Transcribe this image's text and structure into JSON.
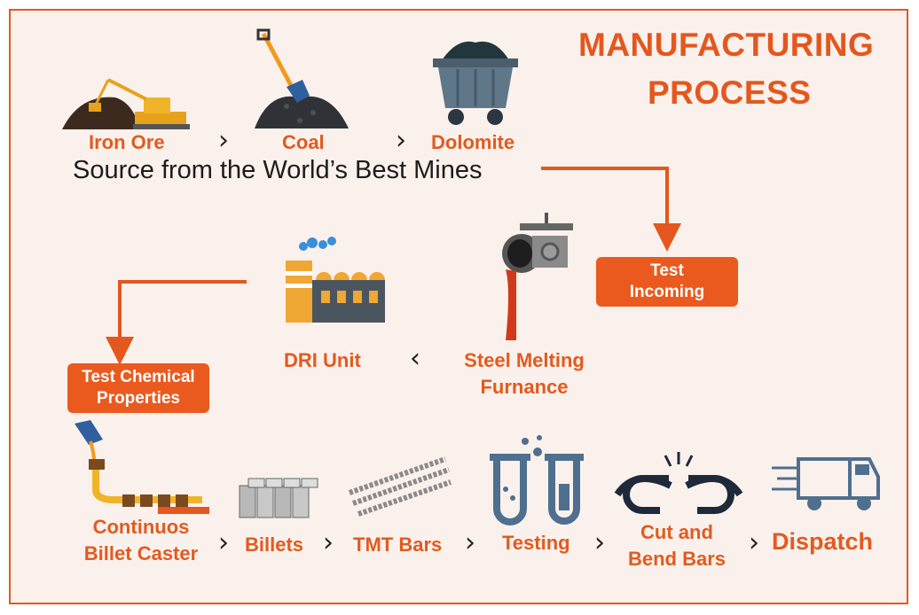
{
  "title": {
    "line1": "MANUFACTURING",
    "line2": "PROCESS"
  },
  "raw_materials": [
    "Iron Ore",
    "Coal",
    "Dolomite"
  ],
  "tagline": "Source from the World’s Best Mines",
  "test_incoming": {
    "line1": "Test",
    "line2": "Incoming"
  },
  "steel_melting": {
    "line1": "Steel Melting",
    "line2": "Furnance"
  },
  "dri_unit": "DRI Unit",
  "test_chemical": {
    "line1": "Test Chemical",
    "line2": "Properties"
  },
  "bottom_steps": {
    "caster": {
      "line1": "Continuos",
      "line2": "Billet Caster"
    },
    "billets": "Billets",
    "tmt": "TMT Bars",
    "testing": "Testing",
    "cut_bend": {
      "line1": "Cut and",
      "line2": "Bend Bars"
    },
    "dispatch": "Dispatch"
  },
  "chevron": "›",
  "chevron_left": "‹",
  "colors": {
    "accent": "#e4571e",
    "frame": "#e15a1e",
    "background": "#fbf1ec",
    "icon_blue": "#4f6f8f"
  },
  "icons": [
    "excavator-icon",
    "shovel-coal-icon",
    "mine-cart-icon",
    "ladle-icon",
    "factory-icon",
    "caster-icon",
    "billets-icon",
    "tmt-bars-icon",
    "test-tubes-icon",
    "broken-chain-icon",
    "truck-icon"
  ]
}
